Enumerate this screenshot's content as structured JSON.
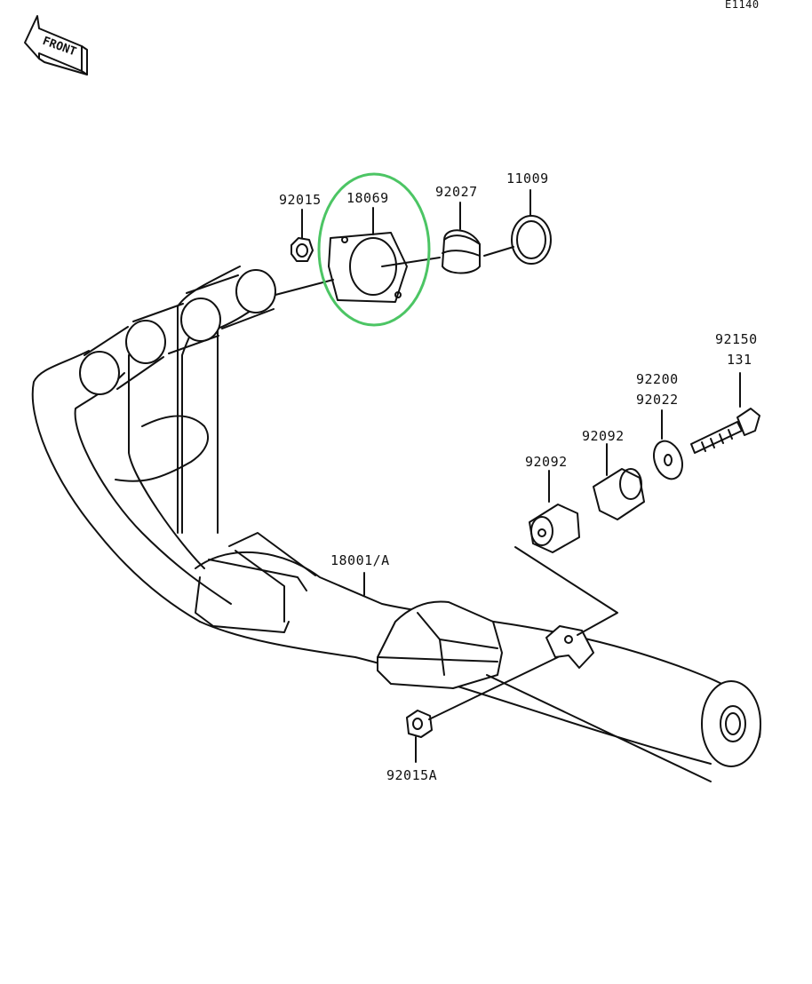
{
  "diagram": {
    "code": "E1140",
    "front_badge": "FRONT",
    "highlight_color": "#4cc564",
    "parts": [
      {
        "id": "p-92015",
        "label": "92015"
      },
      {
        "id": "p-18069",
        "label": "18069"
      },
      {
        "id": "p-92027",
        "label": "92027"
      },
      {
        "id": "p-11009",
        "label": "11009"
      },
      {
        "id": "p-92150",
        "label": "92150"
      },
      {
        "id": "p-131",
        "label": "131"
      },
      {
        "id": "p-92200",
        "label": "92200"
      },
      {
        "id": "p-92022",
        "label": "92022"
      },
      {
        "id": "p-92092a",
        "label": "92092"
      },
      {
        "id": "p-92092b",
        "label": "92092"
      },
      {
        "id": "p-18001a",
        "label": "18001/A"
      },
      {
        "id": "p-92015a",
        "label": "92015A"
      }
    ]
  }
}
